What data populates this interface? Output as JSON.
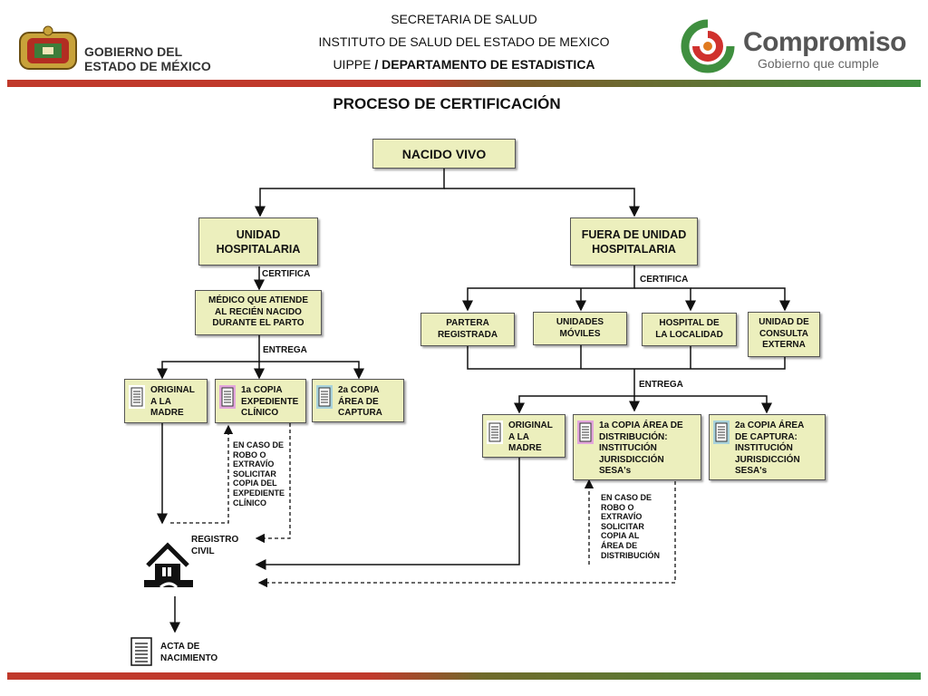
{
  "header": {
    "line1": "SECRETARIA DE SALUD",
    "line2": "INSTITUTO DE SALUD DEL ESTADO DE MEXICO",
    "line3_prefix": "UIPPE ",
    "line3_bold": "/ DEPARTAMENTO DE ESTADISTICA",
    "left_logo_line1": "GOBIERNO DEL",
    "left_logo_line2": "ESTADO DE MÉXICO",
    "right_logo_title": "Compromiso",
    "right_logo_sub": "Gobierno que cumple"
  },
  "title": "PROCESO DE CERTIFICACIÓN",
  "nodes": {
    "nacido_vivo": "NACIDO VIVO",
    "unidad_hosp": "UNIDAD\nHOSPITALARIA",
    "fuera_unidad": "FUERA DE UNIDAD\nHOSPITALARIA",
    "medico": "MÉDICO QUE ATIENDE\nAL RECIÉN NACIDO\nDURANTE EL PARTO",
    "partera": "PARTERA\nREGISTRADA",
    "unidades_moviles": "UNIDADES\nMÓVILES",
    "hospital_localidad": "HOSPITAL DE\nLA LOCALIDAD",
    "unidad_consulta": "UNIDAD DE\nCONSULTA\nEXTERNA"
  },
  "edge_labels": {
    "certifica_left": "CERTIFICA",
    "certifica_right": "CERTIFICA",
    "entrega_left": "ENTREGA",
    "entrega_right": "ENTREGA"
  },
  "docs": {
    "left_original": "ORIGINAL\nA LA\nMADRE",
    "left_copia1": "1a COPIA\nEXPEDIENTE\nCLÍNICO",
    "left_copia2": "2a COPIA\nÁREA DE\nCAPTURA",
    "right_original": "ORIGINAL\nA LA\nMADRE",
    "right_copia1": "1a COPIA ÁREA DE\nDISTRIBUCIÓN:\nINSTITUCIÓN\nJURISDICCIÓN\nSESA's",
    "right_copia2": "2a COPIA ÁREA\nDE CAPTURA:\nINSTITUCIÓN\nJURISDICCIÓN\nSESA's"
  },
  "notes": {
    "left": "EN CASO DE\nROBO O\nEXTRAVÍO\nSOLICITAR\nCOPIA DEL\nEXPEDIENTE\nCLÍNICO",
    "right": "EN CASO DE\nROBO O\nEXTRAVÍO\nSOLICITAR\nCOPIA AL\nÁREA DE\nDISTRIBUCIÓN"
  },
  "registro_civil": "REGISTRO\nCIVIL",
  "acta": "ACTA DE\nNACIMIENTO",
  "colors": {
    "box_fill": "#ecefbd",
    "band_red": "#c0392b",
    "band_green": "#3f8f3f",
    "accent_pink": "#e3a6dc",
    "accent_blue": "#a9d3dc"
  },
  "icons": {
    "document": "document-icon",
    "house": "house-icon",
    "emblem": "coat-of-arms-icon",
    "swirl": "compromiso-swirl-icon"
  }
}
